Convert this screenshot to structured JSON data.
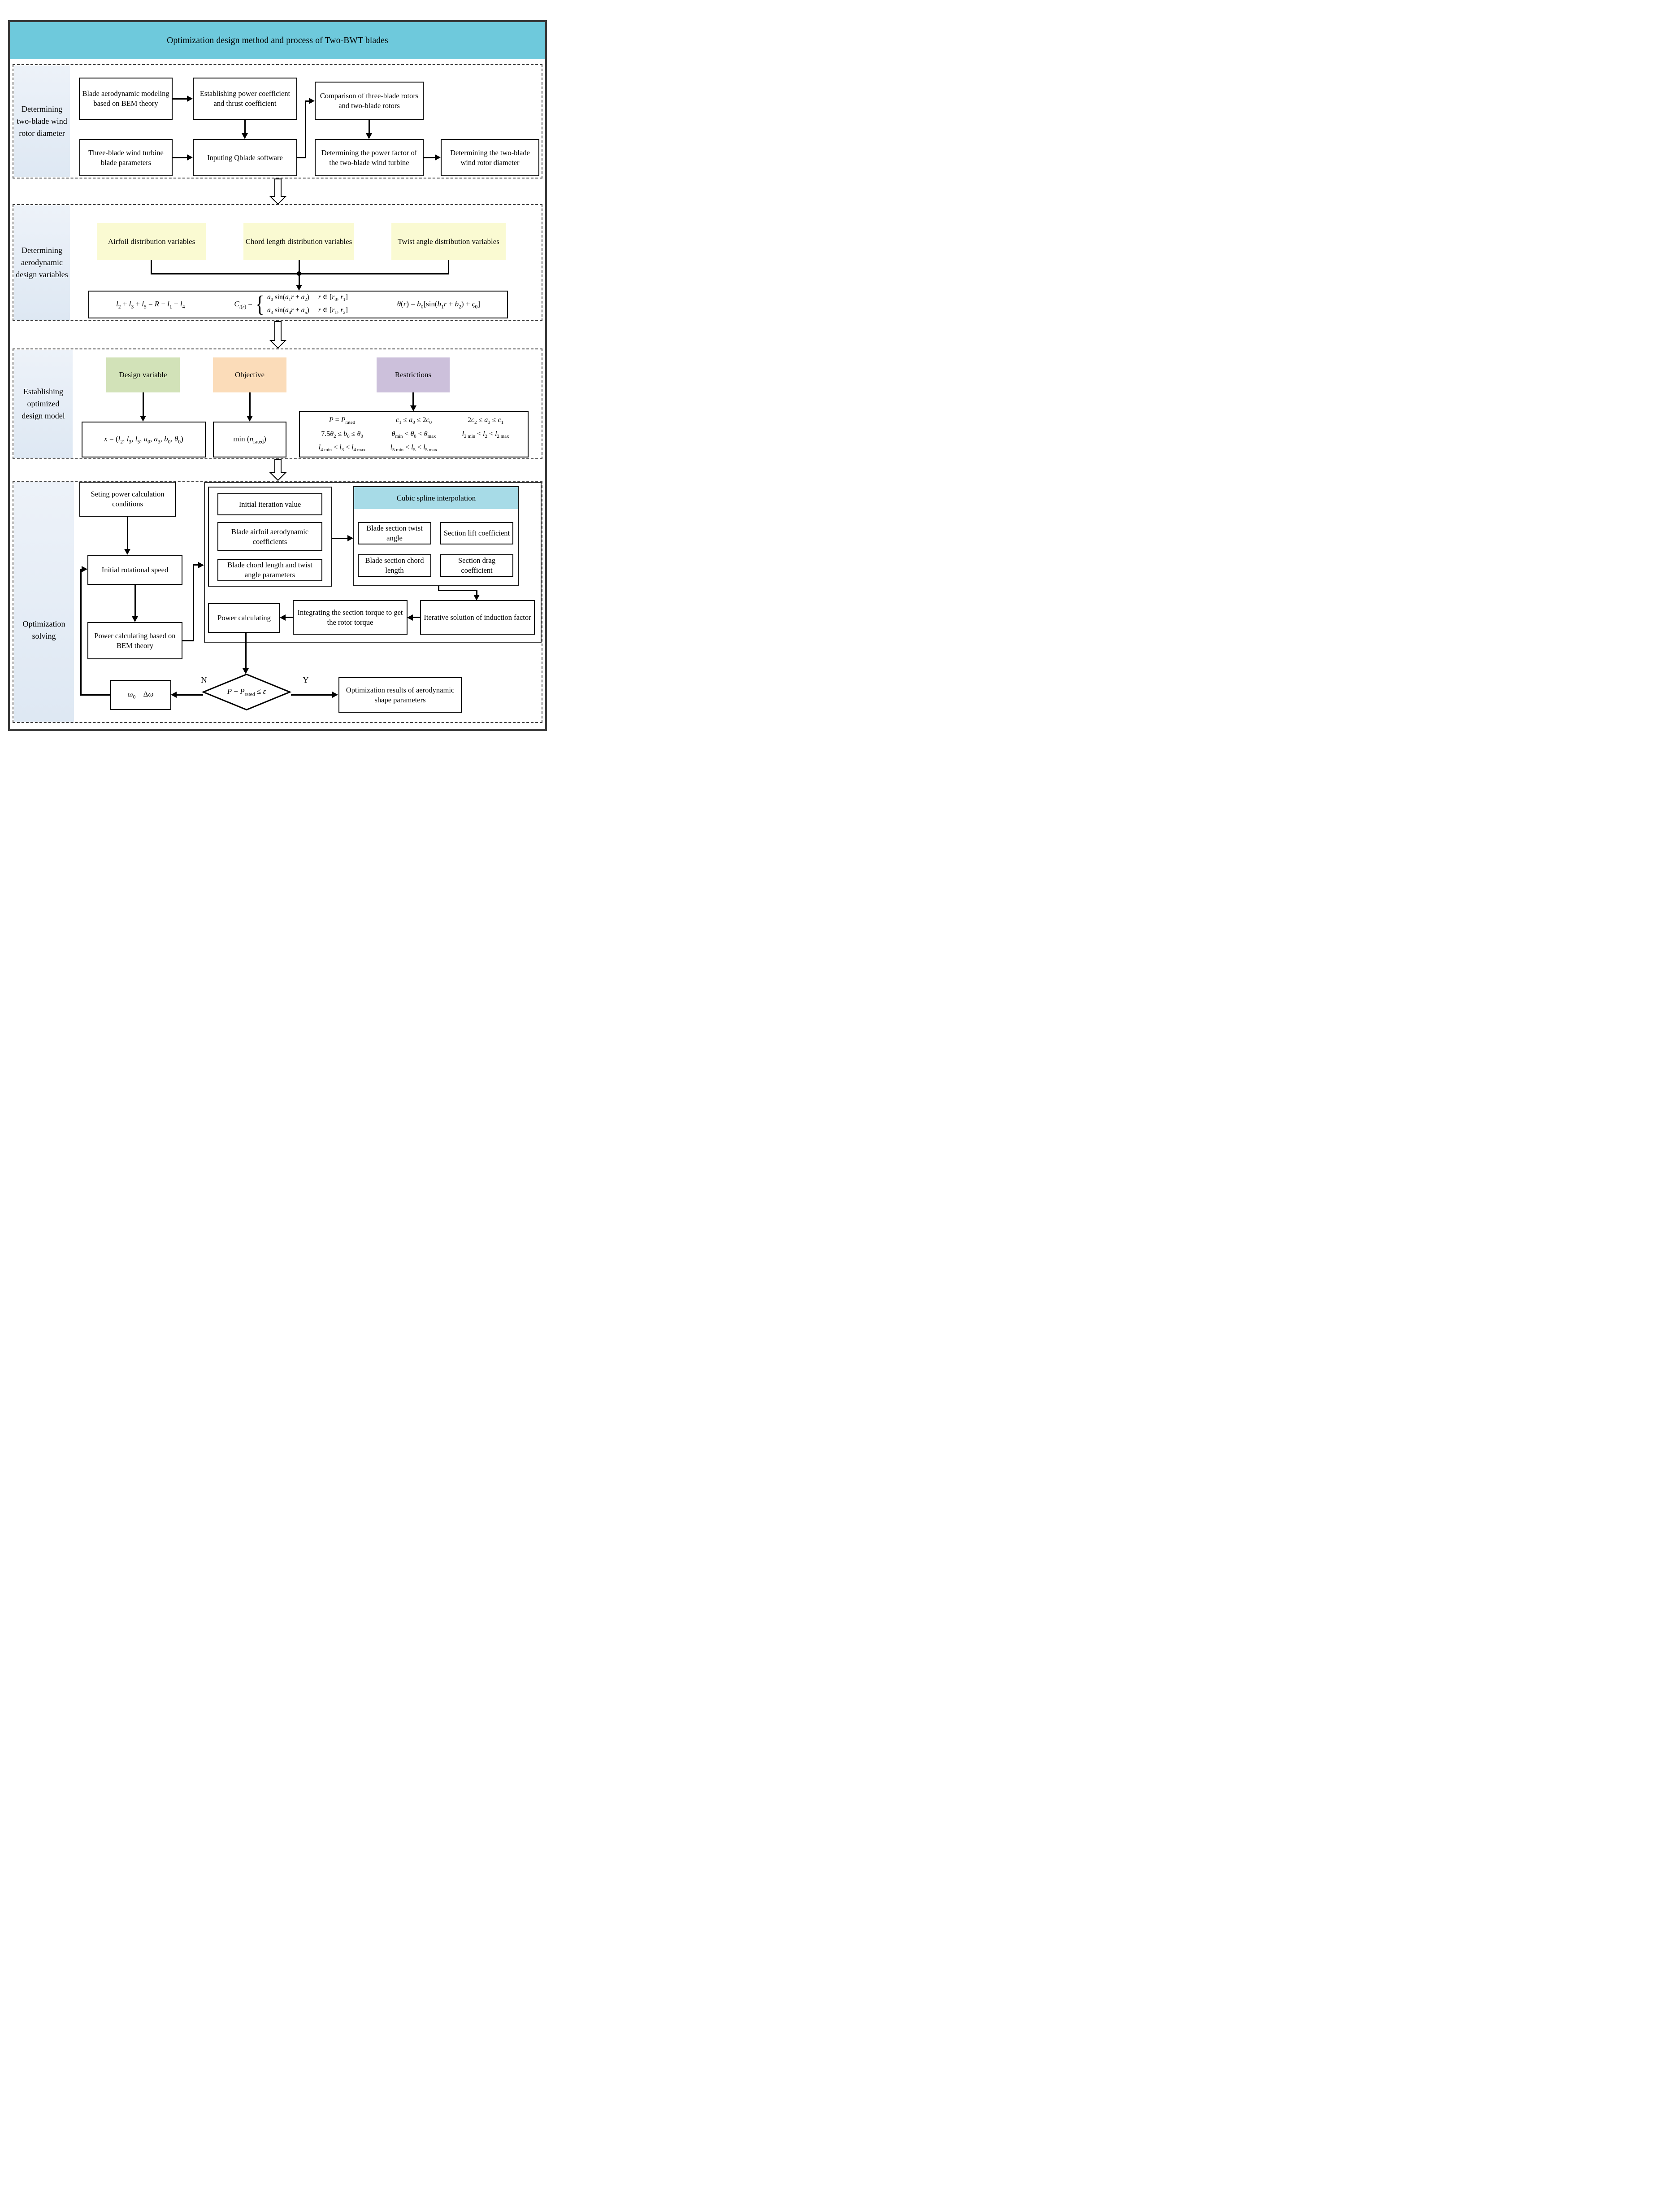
{
  "title": "Optimization design method and process of Two-BWT blades",
  "colors": {
    "title_bar": "#6EC9DC",
    "yellow_box": "#FAFAD2",
    "green_box": "#D2E2B8",
    "orange_box": "#FBDCB9",
    "purple_box": "#CCC0DB",
    "cubic_header": "#A7DBE7",
    "sidebar": "#E7EEF7",
    "border_dark": "#3A3A3A"
  },
  "section1": {
    "label": "Determining two-blade wind rotor diameter",
    "boxes": {
      "blade_aero": "Blade aerodynamic modeling based on BEM theory",
      "est_power": "Establishing power coefficient and thrust coefficient",
      "comparison": "Comparison of three-blade rotors and two-blade rotors",
      "three_blade": "Three-blade wind turbine blade parameters",
      "inputing": "Inputing Qblade software",
      "power_factor": "Determining the power factor of the two-blade wind turbine",
      "rotor_diameter": "Determining the two-blade wind rotor diameter"
    }
  },
  "section2": {
    "label": "Determining aerodynamic design variables",
    "variables": {
      "airfoil": "Airfoil distribution variables",
      "chord": "Chord length distribution variables",
      "twist": "Twist angle distribution variables"
    },
    "formulas": {
      "length_html": "<i>l</i><sub>2</sub> + <i>l</i><sub>3</sub> + <i>l</i><sub>5</sub> = <i>R</i> − <i>l</i><sub>1</sub> − <i>l</i><sub>4</sub>",
      "chord_lhs_html": "<i>C</i><sub><i>i</i>(<i>r</i>)</sub> =",
      "chord_case1_html": "<i>a</i><sub>0</sub> sin(<i>a</i><sub>1</sub><i>r</i> + <i>a</i><sub>2</sub>)",
      "chord_case1_domain_html": "<i>r</i> ∈ [<i>r</i><sub>0</sub>, <i>r</i><sub>1</sub>]",
      "chord_case2_html": "<i>a</i><sub>3</sub> sin(<i>a</i><sub>4</sub><i>r</i> + <i>a</i><sub>5</sub>)",
      "chord_case2_domain_html": "<i>r</i> ∈ [<i>r</i><sub>1</sub>, <i>r</i><sub>2</sub>]",
      "twist_html": "<i>θ</i>(<i>r</i>) = <i>b</i><sub>0</sub>[sin(<i>b</i><sub>1</sub><i>r</i> + <i>b</i><sub>2</sub>) + <i>ς</i><sub>0</sub>]"
    }
  },
  "section3": {
    "label": "Establishing optimized design model",
    "design_variable": "Design variable",
    "objective": "Objective",
    "restrictions": "Restrictions",
    "x_html": "<i>x</i> = (<i>l</i><sub>2</sub>, <i>l</i><sub>3</sub>, <i>l</i><sub>5</sub>, <i>a</i><sub>0</sub>, <i>a</i><sub>3</sub>, <i>b</i><sub>0</sub>, <i>θ</i><sub>0</sub>)",
    "min_html": "min (<i>n</i><sub>rated</sub>)",
    "constraints": [
      "<i>P</i> = <i>P</i><sub>rated</sub>",
      "<i>c</i><sub>1</sub> ≤ <i>a</i><sub>0</sub> ≤ 2<i>c</i><sub>0</sub>",
      "2<i>c</i><sub>2</sub> ≤ <i>a</i><sub>3</sub> ≤ <i>c</i><sub>1</sub>",
      "7.5<i>θ</i><sub>2</sub> ≤ <i>b</i><sub>0</sub> ≤ <i>θ</i><sub>0</sub>",
      "<i>θ</i><sub>min</sub> &lt; <i>θ</i><sub>0</sub> &lt; <i>θ</i><sub>max</sub>",
      "<i>l</i><sub>2 min</sub> &lt; <i>l</i><sub>2</sub> &lt; <i>l</i><sub>2 max</sub>",
      "<i>l</i><sub>4 min</sub> &lt; <i>l</i><sub>3</sub> &lt; <i>l</i><sub>4 max</sub>",
      "<i>l</i><sub>5 min</sub> &lt; <i>l</i><sub>5</sub> &lt; <i>l</i><sub>5 max</sub>"
    ]
  },
  "section4": {
    "label": "Optimization solving",
    "boxes": {
      "seting": "Seting power calculation conditions",
      "initial_speed": "Initial rotational speed",
      "power_bem": "Power calculating based on BEM theory",
      "initial_iteration": "Initial iteration value",
      "airfoil_coeff": "Blade airfoil aerodynamic coefficients",
      "chord_twist_params": "Blade chord length and twist angle parameters",
      "cubic_header": "Cubic spline interpolation",
      "blade_section_twist": "Blade section twist angle",
      "section_lift": "Section lift coefficient",
      "blade_section_chord": "Blade section chord length",
      "section_drag": "Section drag coefficient",
      "power_calc": "Power calculating",
      "integrating": "Integrating the section torque to get the rotor torque",
      "iterative": "Iterative solution of induction factor",
      "results": "Optimization results of aerodynamic shape parameters"
    },
    "decision_html": "<i>P</i> − <i>P</i><sub>rated</sub> ≤ <i>ε</i>",
    "omega_html": "<i>ω</i><sub>0</sub> − Δ<i>ω</i>",
    "no_label": "N",
    "yes_label": "Y"
  }
}
